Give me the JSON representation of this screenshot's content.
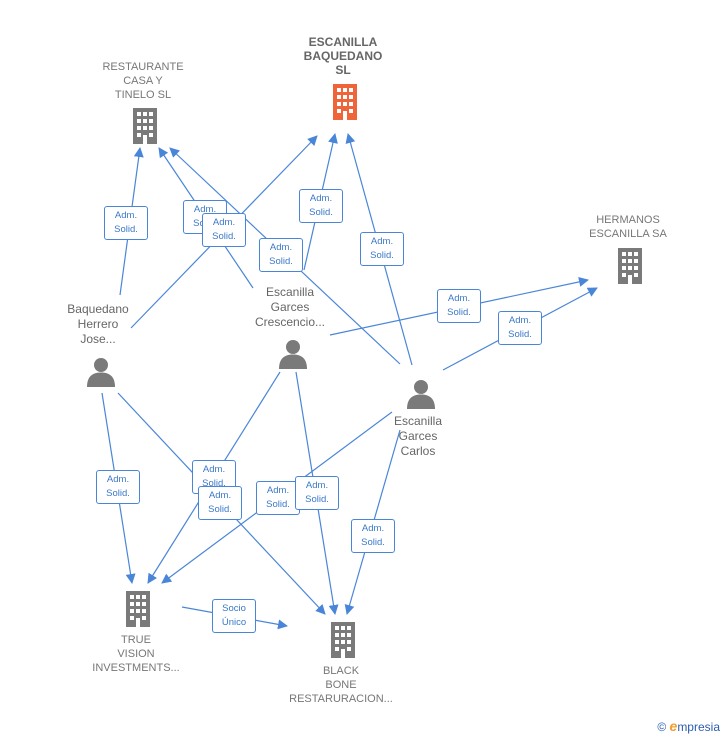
{
  "nodes": {
    "escanilla_baquedano": {
      "label": "ESCANILLA\nBAQUEDANO\nSL",
      "type": "company",
      "focus": true
    },
    "restaurante_casa": {
      "label": "RESTAURANTE\nCASA Y\nTINELO  SL",
      "type": "company"
    },
    "hermanos_escanilla": {
      "label": "HERMANOS\nESCANILLA SA",
      "type": "company"
    },
    "true_vision": {
      "label": "TRUE\nVISION\nINVESTMENTS...",
      "type": "company"
    },
    "black_bone": {
      "label": "BLACK\nBONE\nRESTARURACION...",
      "type": "company"
    },
    "baquedano_herrero": {
      "label": "Baquedano\nHerrero\nJose...",
      "type": "person"
    },
    "escanilla_crescencio": {
      "label": "Escanilla\nGarces\nCrescencio...",
      "type": "person"
    },
    "escanilla_carlos": {
      "label": "Escanilla\nGarces\nCarlos",
      "type": "person"
    }
  },
  "relations": [
    {
      "from": "baquedano_herrero",
      "to": "restaurante_casa",
      "label": "Adm.\nSolid."
    },
    {
      "from": "baquedano_herrero",
      "to": "escanilla_baquedano",
      "label": "Adm.\nSolid."
    },
    {
      "from": "escanilla_crescencio",
      "to": "restaurante_casa",
      "label": "Adm.\nSolid."
    },
    {
      "from": "escanilla_carlos",
      "to": "restaurante_casa",
      "label": "Adm.\nSolid."
    },
    {
      "from": "escanilla_crescencio",
      "to": "escanilla_baquedano",
      "label": "Adm.\nSolid."
    },
    {
      "from": "escanilla_carlos",
      "to": "escanilla_baquedano",
      "label": "Adm.\nSolid."
    },
    {
      "from": "escanilla_crescencio",
      "to": "hermanos_escanilla",
      "label": "Adm.\nSolid."
    },
    {
      "from": "escanilla_carlos",
      "to": "hermanos_escanilla",
      "label": "Adm.\nSolid."
    },
    {
      "from": "baquedano_herrero",
      "to": "true_vision",
      "label": "Adm.\nSolid."
    },
    {
      "from": "baquedano_herrero",
      "to": "black_bone",
      "label": "Adm.\nSolid."
    },
    {
      "from": "escanilla_crescencio",
      "to": "true_vision",
      "label": "Adm.\nSolid."
    },
    {
      "from": "escanilla_carlos",
      "to": "true_vision",
      "label": "Adm.\nSolid."
    },
    {
      "from": "escanilla_crescencio",
      "to": "black_bone",
      "label": "Adm.\nSolid."
    },
    {
      "from": "escanilla_carlos",
      "to": "black_bone",
      "label": "Adm.\nSolid."
    },
    {
      "from": "true_vision",
      "to": "black_bone",
      "label": "Socio\nÚnico"
    }
  ],
  "brand": {
    "copyright": "©",
    "initial": "e",
    "name": "mpresia"
  },
  "colors": {
    "focus": "#f0643a",
    "company": "#7a7a7a",
    "person": "#7a7a7a",
    "edge": "#4a86d8",
    "edge_label": "#3a78c9"
  }
}
